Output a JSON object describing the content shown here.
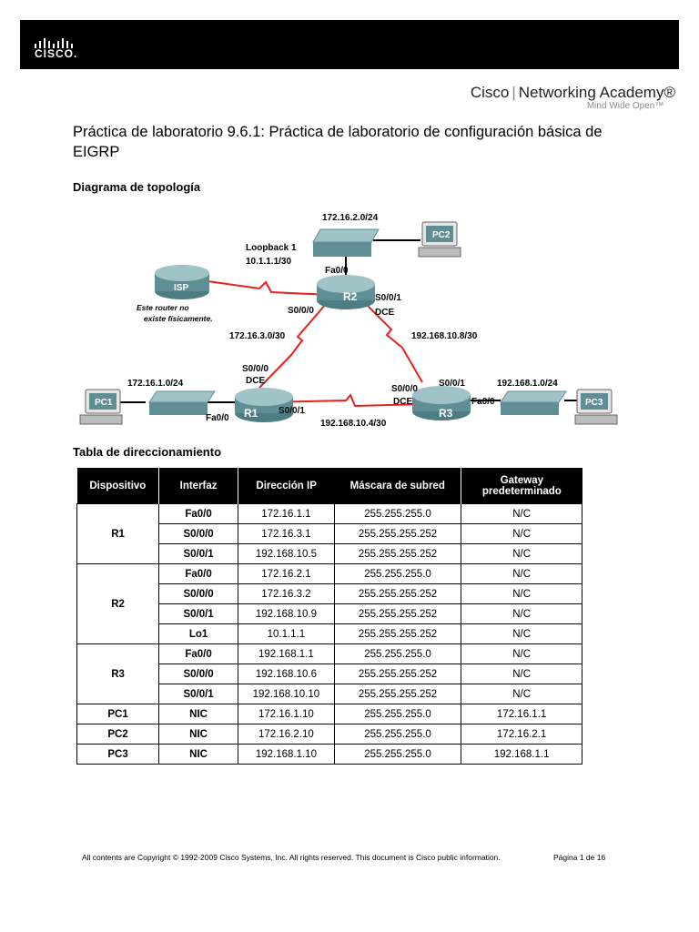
{
  "header": {
    "brand_word": "CISCO.",
    "academy_name_1": "Cisco",
    "academy_name_2": "Networking Academy®",
    "academy_tagline": "Mind Wide Open™"
  },
  "title": "Práctica de laboratorio 9.6.1: Práctica de laboratorio de configuración básica de EIGRP",
  "sections": {
    "topology": "Diagrama de topología",
    "addressing": "Tabla de direccionamiento"
  },
  "topology": {
    "net_r2_lan": "172.16.2.0/24",
    "loopback_line1": "Loopback 1",
    "loopback_line2": "10.1.1.1/30",
    "r2_fa": "Fa0/0",
    "r2_s000": "S0/0/0",
    "r2_s001": "S0/0/1",
    "r2_dce": "DCE",
    "isp_note_1": "Este router no",
    "isp_note_2": "existe físicamente.",
    "net_r1_r2": "172.16.3.0/30",
    "net_r2_r3": "192.168.10.8/30",
    "r1_s000": "S0/0/0",
    "r1_dce": "DCE",
    "net_r1_lan": "172.16.1.0/24",
    "r1_fa": "Fa0/0",
    "r1_s001": "S0/0/1",
    "net_r1_r3": "192.168.10.4/30",
    "r3_s000": "S0/0/0",
    "r3_dce": "DCE",
    "r3_s001": "S0/0/1",
    "net_r3_lan": "192.168.1.0/24",
    "r3_fa": "Fa0/0",
    "isp": "ISP",
    "r1": "R1",
    "r2": "R2",
    "r3": "R3",
    "pc1": "PC1",
    "pc2": "PC2",
    "pc3": "PC3"
  },
  "table": {
    "headers": [
      "Dispositivo",
      "Interfaz",
      "Dirección IP",
      "Máscara de subred",
      "Gateway",
      "predeterminado"
    ],
    "groups": [
      {
        "device": "R1",
        "rows": [
          [
            "Fa0/0",
            "172.16.1.1",
            "255.255.255.0",
            "N/C"
          ],
          [
            "S0/0/0",
            "172.16.3.1",
            "255.255.255.252",
            "N/C"
          ],
          [
            "S0/0/1",
            "192.168.10.5",
            "255.255.255.252",
            "N/C"
          ]
        ]
      },
      {
        "device": "R2",
        "rows": [
          [
            "Fa0/0",
            "172.16.2.1",
            "255.255.255.0",
            "N/C"
          ],
          [
            "S0/0/0",
            "172.16.3.2",
            "255.255.255.252",
            "N/C"
          ],
          [
            "S0/0/1",
            "192.168.10.9",
            "255.255.255.252",
            "N/C"
          ],
          [
            "Lo1",
            "10.1.1.1",
            "255.255.255.252",
            "N/C"
          ]
        ]
      },
      {
        "device": "R3",
        "rows": [
          [
            "Fa0/0",
            "192.168.1.1",
            "255.255.255.0",
            "N/C"
          ],
          [
            "S0/0/0",
            "192.168.10.6",
            "255.255.255.252",
            "N/C"
          ],
          [
            "S0/0/1",
            "192.168.10.10",
            "255.255.255.252",
            "N/C"
          ]
        ]
      },
      {
        "device": "PC1",
        "rows": [
          [
            "NIC",
            "172.16.1.10",
            "255.255.255.0",
            "172.16.1.1"
          ]
        ]
      },
      {
        "device": "PC2",
        "rows": [
          [
            "NIC",
            "172.16.2.10",
            "255.255.255.0",
            "172.16.2.1"
          ]
        ]
      },
      {
        "device": "PC3",
        "rows": [
          [
            "NIC",
            "192.168.1.10",
            "255.255.255.0",
            "192.168.1.1"
          ]
        ]
      }
    ]
  },
  "footer": {
    "copyright": "All contents are Copyright © 1992-2009 Cisco Systems, Inc. All rights reserved. This document is Cisco public information.",
    "page": "Página 1 de 16"
  },
  "colors": {
    "serial_link": "#e8201a",
    "device_teal": "#5f8f95",
    "header_bg": "#000000"
  }
}
